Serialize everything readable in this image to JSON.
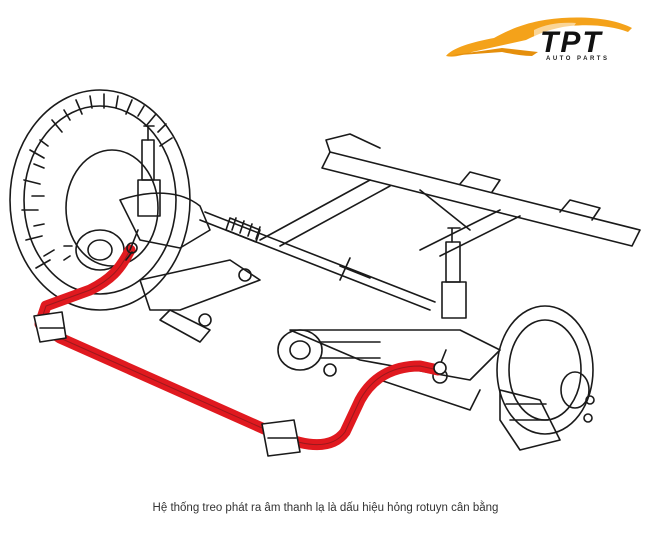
{
  "logo": {
    "brand": "TPT",
    "sub": "AUTO PARTS",
    "car_color": "#f4a21a"
  },
  "caption": "Hệ thống treo phát ra âm thanh lạ là dấu hiệu hỏng rotuyn cân bằng",
  "colors": {
    "line_art": "#1a1a1a",
    "stabilizer_bar": "#e0191f"
  }
}
